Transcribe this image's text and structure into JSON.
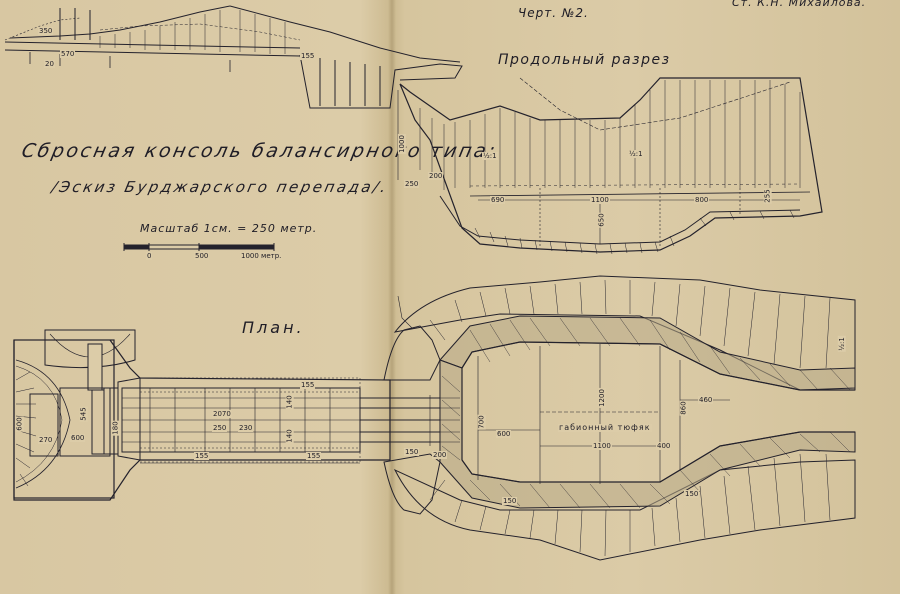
{
  "sheet": {
    "author_note": "Ст. К.Н. Михайлова.",
    "sheet_number": "Черт. №2.",
    "title": "Сбросная консоль балансирного типа:",
    "subtitle": "/Эскиз Бурджарского перепада/.",
    "scale": {
      "label": "Масштаб 1см. = 250 метр.",
      "ticks": [
        "0",
        "500",
        "1000 метр."
      ]
    }
  },
  "section": {
    "label": "Продольный разрез",
    "dims": {
      "d1000": "1000",
      "d250": "250",
      "d200": "200",
      "d690": "690",
      "d1100": "1100",
      "d800": "800",
      "d650": "650",
      "d255": "255",
      "slope1": "½:1",
      "slope2": "½:1"
    }
  },
  "top_profile": {
    "dims": {
      "d350": "350",
      "d570": "570",
      "d20": "20",
      "d155": "155"
    }
  },
  "plan": {
    "label": "План.",
    "left_dims": {
      "d2070": "2070",
      "d250a": "250",
      "d230": "230",
      "d155a": "155",
      "d155b": "155",
      "d155c": "155",
      "d140a": "140",
      "d140b": "140",
      "d545": "545",
      "d600a": "600",
      "d270": "270",
      "d600b": "600",
      "d150": "150",
      "d180": "180"
    },
    "basin_dims": {
      "d200": "200",
      "d700": "700",
      "d600": "600",
      "d1200": "1200",
      "d860": "860",
      "d460": "460",
      "d1100": "1100",
      "d400": "400",
      "mattress": "габионный тюфяк",
      "d150a": "150",
      "d150b": "150",
      "slope": "½:1"
    }
  }
}
